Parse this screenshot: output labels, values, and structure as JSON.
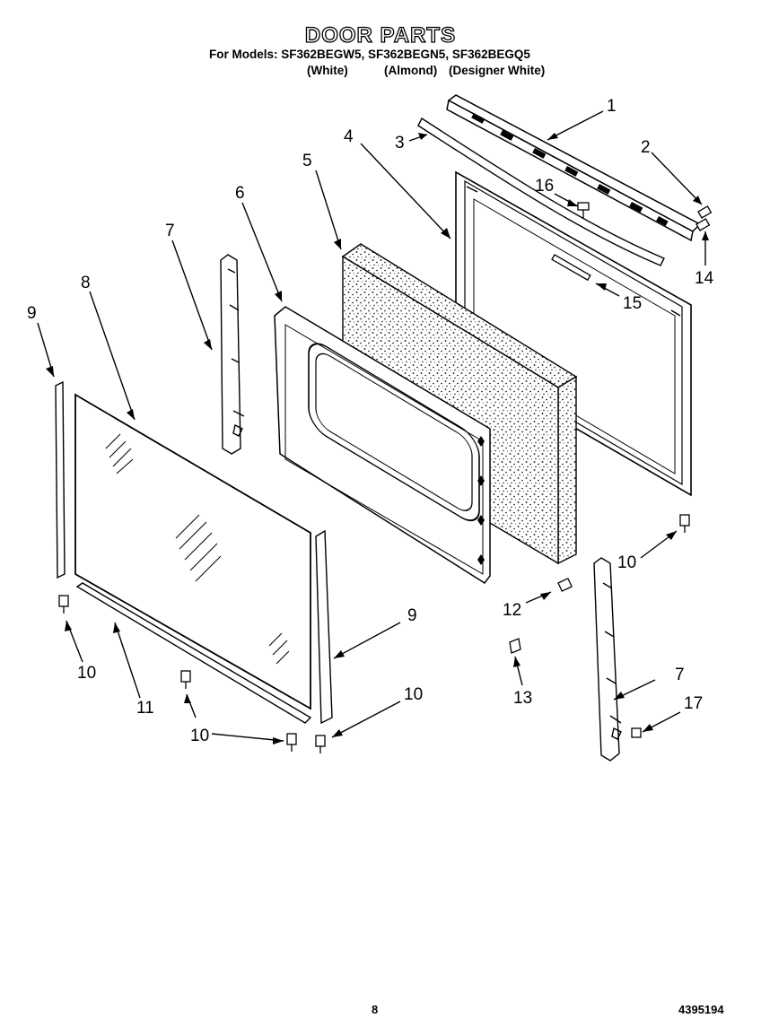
{
  "header": {
    "title": "DOOR PARTS",
    "models": "For Models: SF362BEGW5, SF362BEGN5, SF362BEGQ5",
    "variants": [
      "(White)",
      "(Almond)",
      "(Designer White)"
    ]
  },
  "callouts": [
    "1",
    "2",
    "3",
    "4",
    "5",
    "6",
    "7",
    "8",
    "9",
    "10",
    "11",
    "12",
    "13",
    "14",
    "15",
    "16",
    "17"
  ],
  "footer": {
    "page_number": "8",
    "doc_number": "4395194"
  }
}
